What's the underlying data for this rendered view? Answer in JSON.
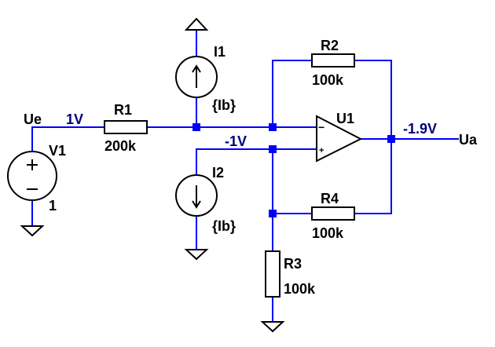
{
  "nets": {
    "ue": "Ue",
    "ua": "Ua",
    "v_in": "1V",
    "v_neg": "-1V",
    "v_out": "-1.9V"
  },
  "components": {
    "V1": {
      "name": "V1",
      "value": "1"
    },
    "R1": {
      "name": "R1",
      "value": "200k"
    },
    "I1": {
      "name": "I1",
      "value": "{Ib}"
    },
    "R2": {
      "name": "R2",
      "value": "100k"
    },
    "U1": {
      "name": "U1",
      "minus": "−",
      "plus": "+"
    },
    "I2": {
      "name": "I2",
      "value": "{Ib}"
    },
    "R4": {
      "name": "R4",
      "value": "100k"
    },
    "R3": {
      "name": "R3",
      "value": "100k"
    }
  },
  "colors": {
    "wire": "#0000ff",
    "component": "#000000",
    "net_label": "#000080",
    "background": "#ffffff"
  }
}
